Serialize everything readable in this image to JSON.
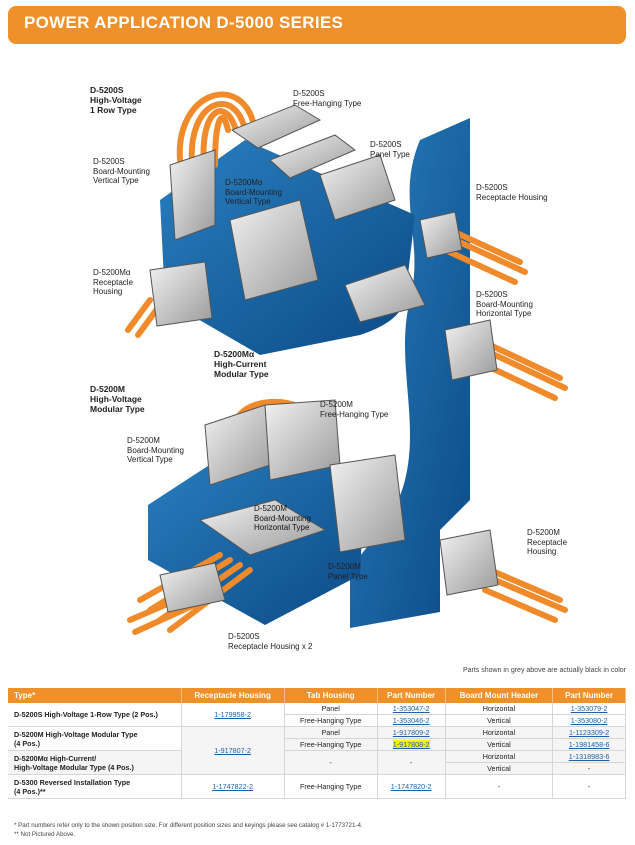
{
  "header": {
    "title": "POWER APPLICATION D-5000 SERIES"
  },
  "labels": {
    "d5200s_main": [
      "D-5200S",
      "High-Voltage",
      "1 Row Type"
    ],
    "d5200s_free": [
      "D-5200S",
      "Free-Hanging Type"
    ],
    "d5200s_panel": [
      "D-5200S",
      "Panel Type"
    ],
    "d5200s_board_vert": [
      "D-5200S",
      "Board-Mounting",
      "Vertical Type"
    ],
    "d5200ma_board_vert": [
      "D-5200Mα",
      "Board-Mounting",
      "Vertical Type"
    ],
    "d5200s_recept": [
      "D-5200S",
      "Receptacle Housing"
    ],
    "d5200ma_recept": [
      "D-5200Mα",
      "Receptacle",
      "Housing"
    ],
    "d5200s_board_horiz": [
      "D-5200S",
      "Board-Mounting",
      "Horizontal Type"
    ],
    "d5200ma_main": [
      "D-5200Mα",
      "High-Current",
      "Modular Type"
    ],
    "d5200m_main": [
      "D-5200M",
      "High-Voltage",
      "Modular Type"
    ],
    "d5200m_free": [
      "D-5200M",
      "Free-Hanging Type"
    ],
    "d5200m_board_vert": [
      "D-5200M",
      "Board-Mounting",
      "Vertical Type"
    ],
    "d5200m_board_horiz": [
      "D-5200M",
      "Board-Mounting",
      "Horizontal Type"
    ],
    "d5200m_panel": [
      "D-5200M",
      "Panel Type"
    ],
    "d5200m_recept": [
      "D-5200M",
      "Receptacle",
      "Housing"
    ],
    "d5200s_recept_x2": [
      "D-5200S",
      "Receptacle Housing x 2"
    ]
  },
  "note": "Parts shown in grey above are actually black in color",
  "table": {
    "headers": [
      "Type*",
      "Receptacle Housing",
      "Tab Housing",
      "Part Number",
      "Board Mount Header",
      "Part Number"
    ],
    "groups": [
      {
        "type": [
          "D-5200S High-Voltage 1-Row Type (2 Pos.)"
        ],
        "receptacle": "1-179958-2",
        "rows": [
          {
            "tab": "Panel",
            "tab_pn": "1-353047-2",
            "header": "Horizontal",
            "header_pn": "1-353079-2"
          },
          {
            "tab": "Free-Hanging Type",
            "tab_pn": "1-353046-2",
            "header": "Vertical",
            "header_pn": "1-353080-2"
          }
        ]
      },
      {
        "type": [
          "D-5200M High-Voltage Modular Type",
          "(4 Pos.)"
        ],
        "receptacle": "1-917807-2",
        "rows": [
          {
            "tab": "Panel",
            "tab_pn": "1-917809-2",
            "header": "Horizontal",
            "header_pn": "1-1123309-2"
          },
          {
            "tab": "Free-Hanging Type",
            "tab_pn": "1-917808-2",
            "header": "Vertical",
            "header_pn": "1-1981458-6"
          }
        ]
      },
      {
        "type": [
          "D-5200Mα High-Current/",
          "High-Voltage Modular Type (4 Pos.)"
        ],
        "tab": "-",
        "tab_pn": "-",
        "rows": [
          {
            "header": "Horizontal",
            "header_pn": "1-1318983-6"
          },
          {
            "header": "Vertical",
            "header_pn": "-"
          }
        ]
      },
      {
        "type": [
          "D-5300 Reversed Installation Type",
          "(4 Pos.)**"
        ],
        "receptacle": "1-1747822-2",
        "tab": "Free-Hanging Type",
        "tab_pn": "1-1747820-2",
        "header": "-",
        "header_pn": "-"
      }
    ]
  },
  "footnotes": [
    "*  Part numbers refer only to the shown position size. For different position sizes and keyings please see catalog # 1-1773721-4.",
    "** Not Pictured Above."
  ]
}
